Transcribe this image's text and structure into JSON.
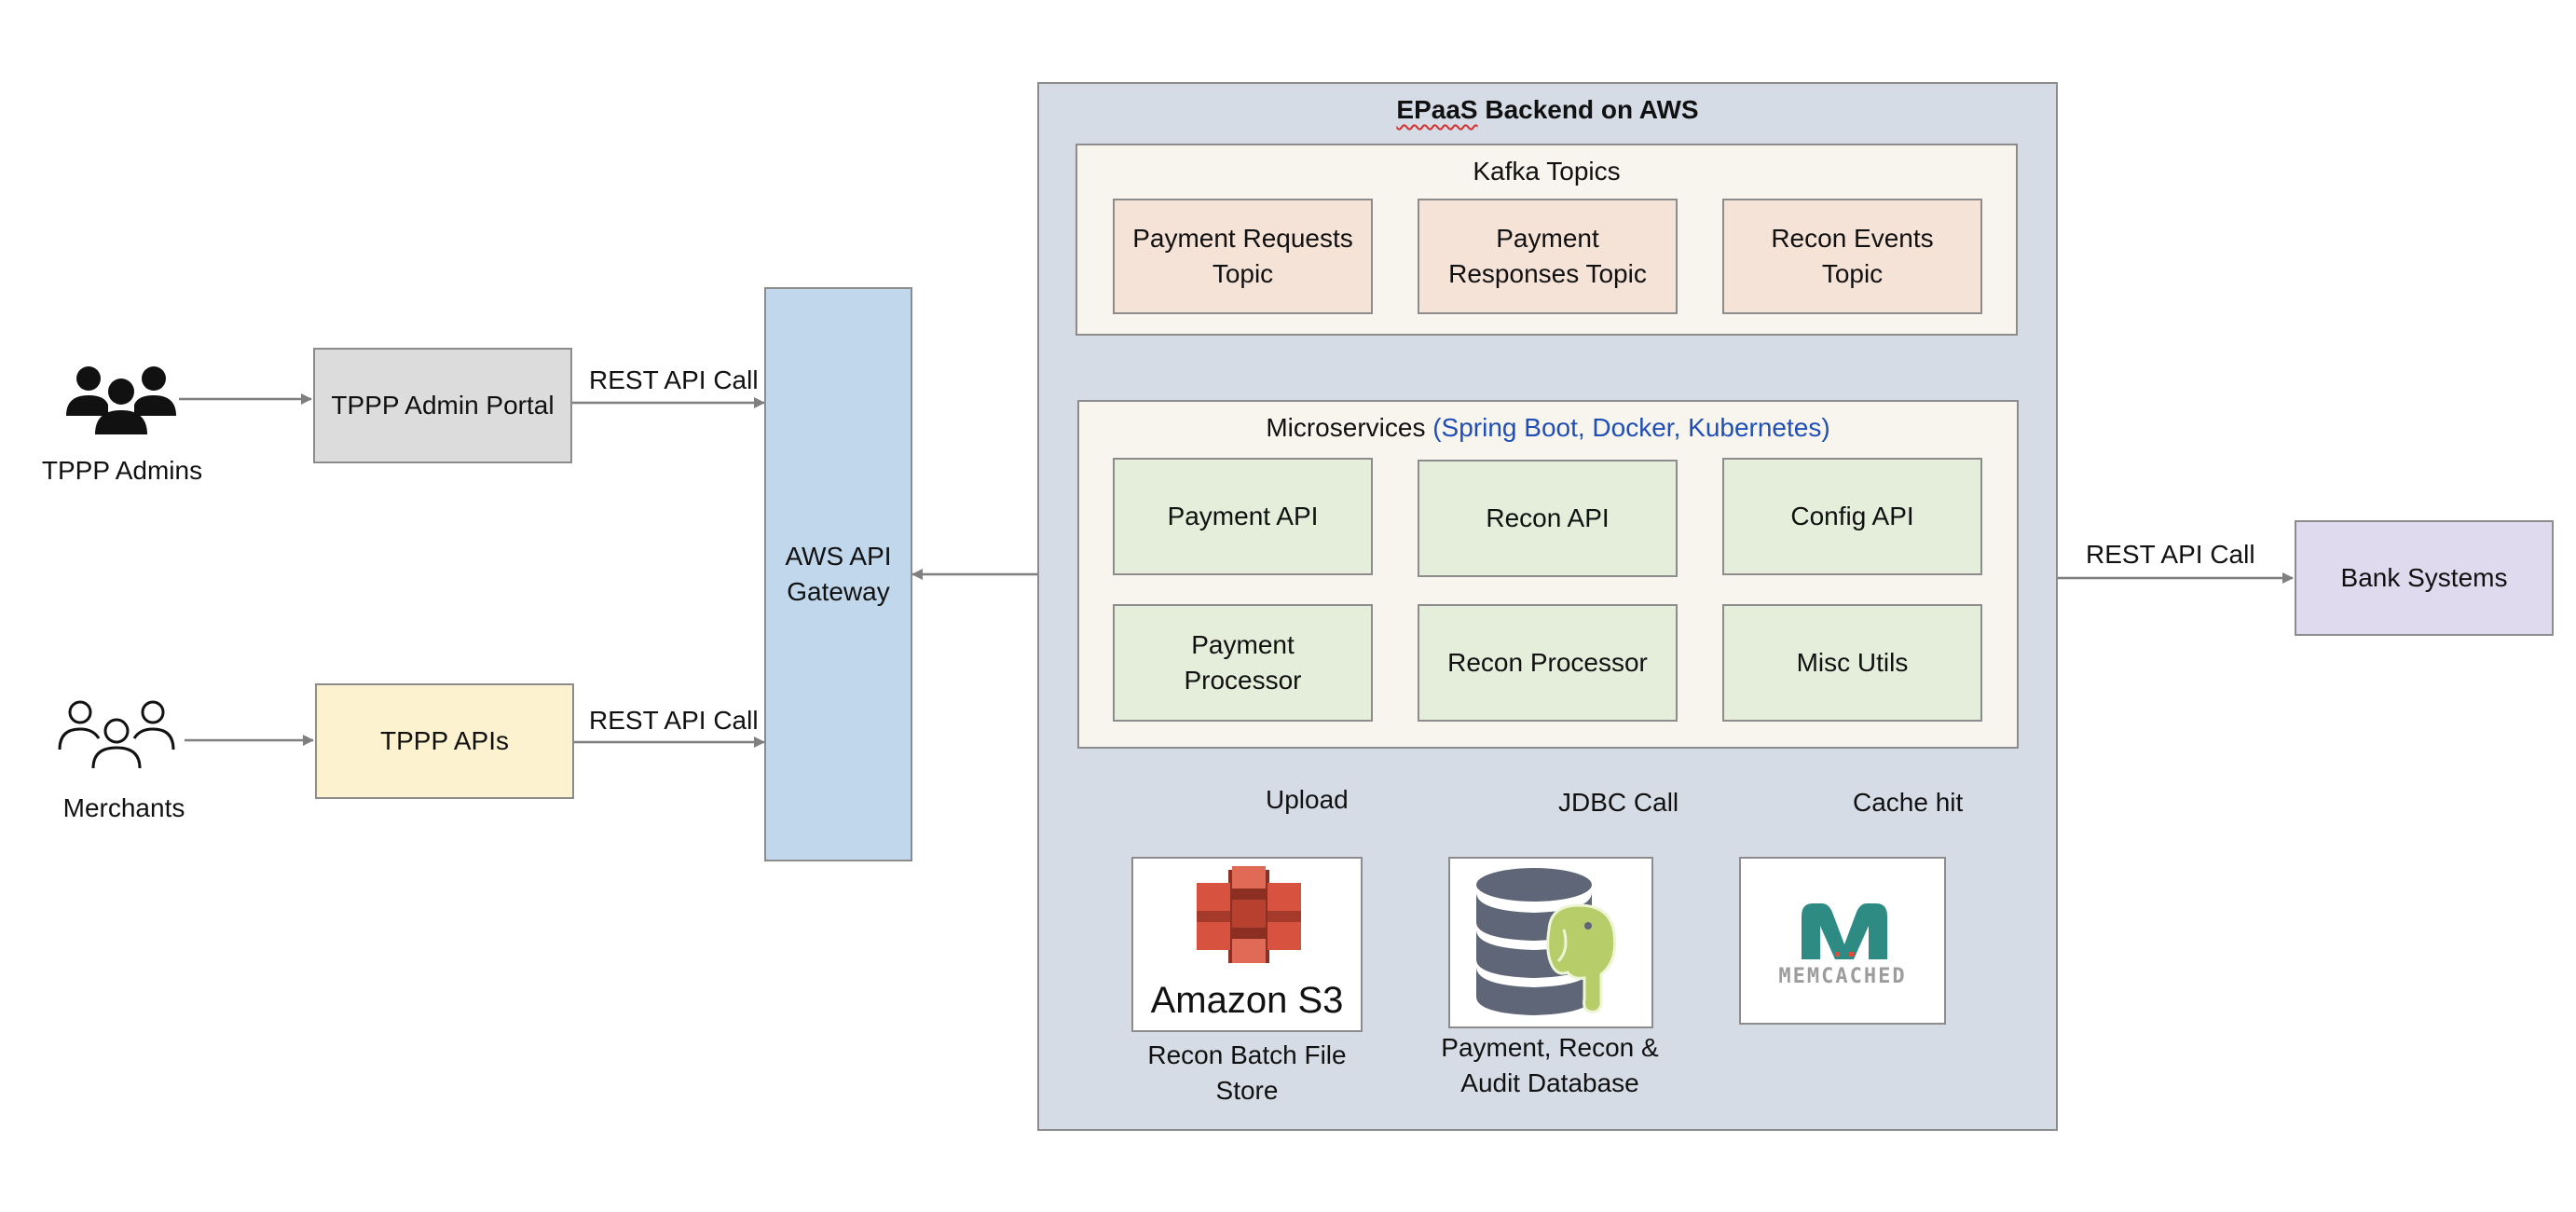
{
  "actors": {
    "admins": "TPPP Admins",
    "merchants": "Merchants"
  },
  "frontends": {
    "admin_portal": "TPPP Admin Portal",
    "apis": "TPPP APIs"
  },
  "edges": {
    "rest_api_call": "REST API Call",
    "upload": "Upload",
    "jdbc_call": "JDBC Call",
    "cache_hit": "Cache hit"
  },
  "gateway": {
    "line1": "AWS API",
    "line2": "Gateway"
  },
  "backend": {
    "title_prefix": "EPaaS",
    "title_rest": " Backend on AWS",
    "kafka": {
      "title": "Kafka Topics",
      "topics": [
        {
          "line1": "Payment Requests",
          "line2": "Topic"
        },
        {
          "line1": "Payment",
          "line2": "Responses Topic"
        },
        {
          "line1": "Recon Events",
          "line2": "Topic"
        }
      ]
    },
    "microservices": {
      "title": "Microservices",
      "tech": "(Spring Boot, Docker, Kubernetes)",
      "services": [
        {
          "line1": "Payment API",
          "line2": ""
        },
        {
          "line1": "Recon API",
          "line2": ""
        },
        {
          "line1": "Config API",
          "line2": ""
        },
        {
          "line1": "Payment",
          "line2": "Processor"
        },
        {
          "line1": "Recon Processor",
          "line2": ""
        },
        {
          "line1": "Misc Utils",
          "line2": ""
        }
      ]
    },
    "stores": {
      "s3_logo_text": "Amazon S3",
      "s3_label1": "Recon Batch File",
      "s3_label2": "Store",
      "db_label1": "Payment, Recon &",
      "db_label2": "Audit Database",
      "memcached_logo_text": "MEMCACHED"
    }
  },
  "bank": "Bank Systems",
  "colors": {
    "backend_bg": "#d6dce5",
    "kafka_topic": "#f6e3d8",
    "service": "#e4eedb",
    "gateway": "#c0d7ec",
    "bank": "#e0daef",
    "tech_text": "#1f4fb6",
    "s3_red": "#d8533f",
    "memcached_teal": "#2d8b84"
  },
  "icons": [
    "admins-group-icon",
    "merchants-group-icon",
    "amazon-s3-logo",
    "database-postgres-icon",
    "memcached-logo"
  ]
}
